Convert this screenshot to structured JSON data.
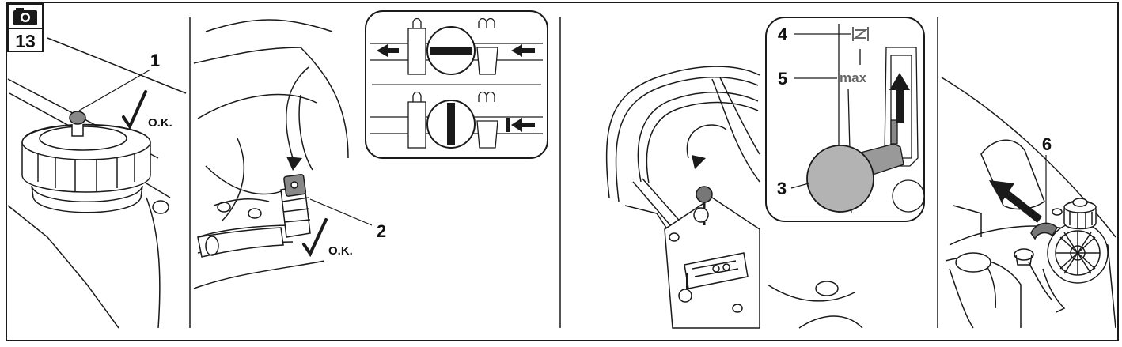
{
  "figure": {
    "number": "13",
    "icon": "camera-icon"
  },
  "panel1": {
    "callout": "1",
    "ok_label": "O.K."
  },
  "panel2": {
    "callout": "2",
    "ok_label": "O.K."
  },
  "panel3": {
    "callout_lever": "3",
    "callout_top": "4",
    "callout_max": "5",
    "max_label": "max"
  },
  "panel4": {
    "callout": "6"
  },
  "colors": {
    "line": "#1a1a1a",
    "lever": "#b3b3b3",
    "background": "#ffffff"
  }
}
